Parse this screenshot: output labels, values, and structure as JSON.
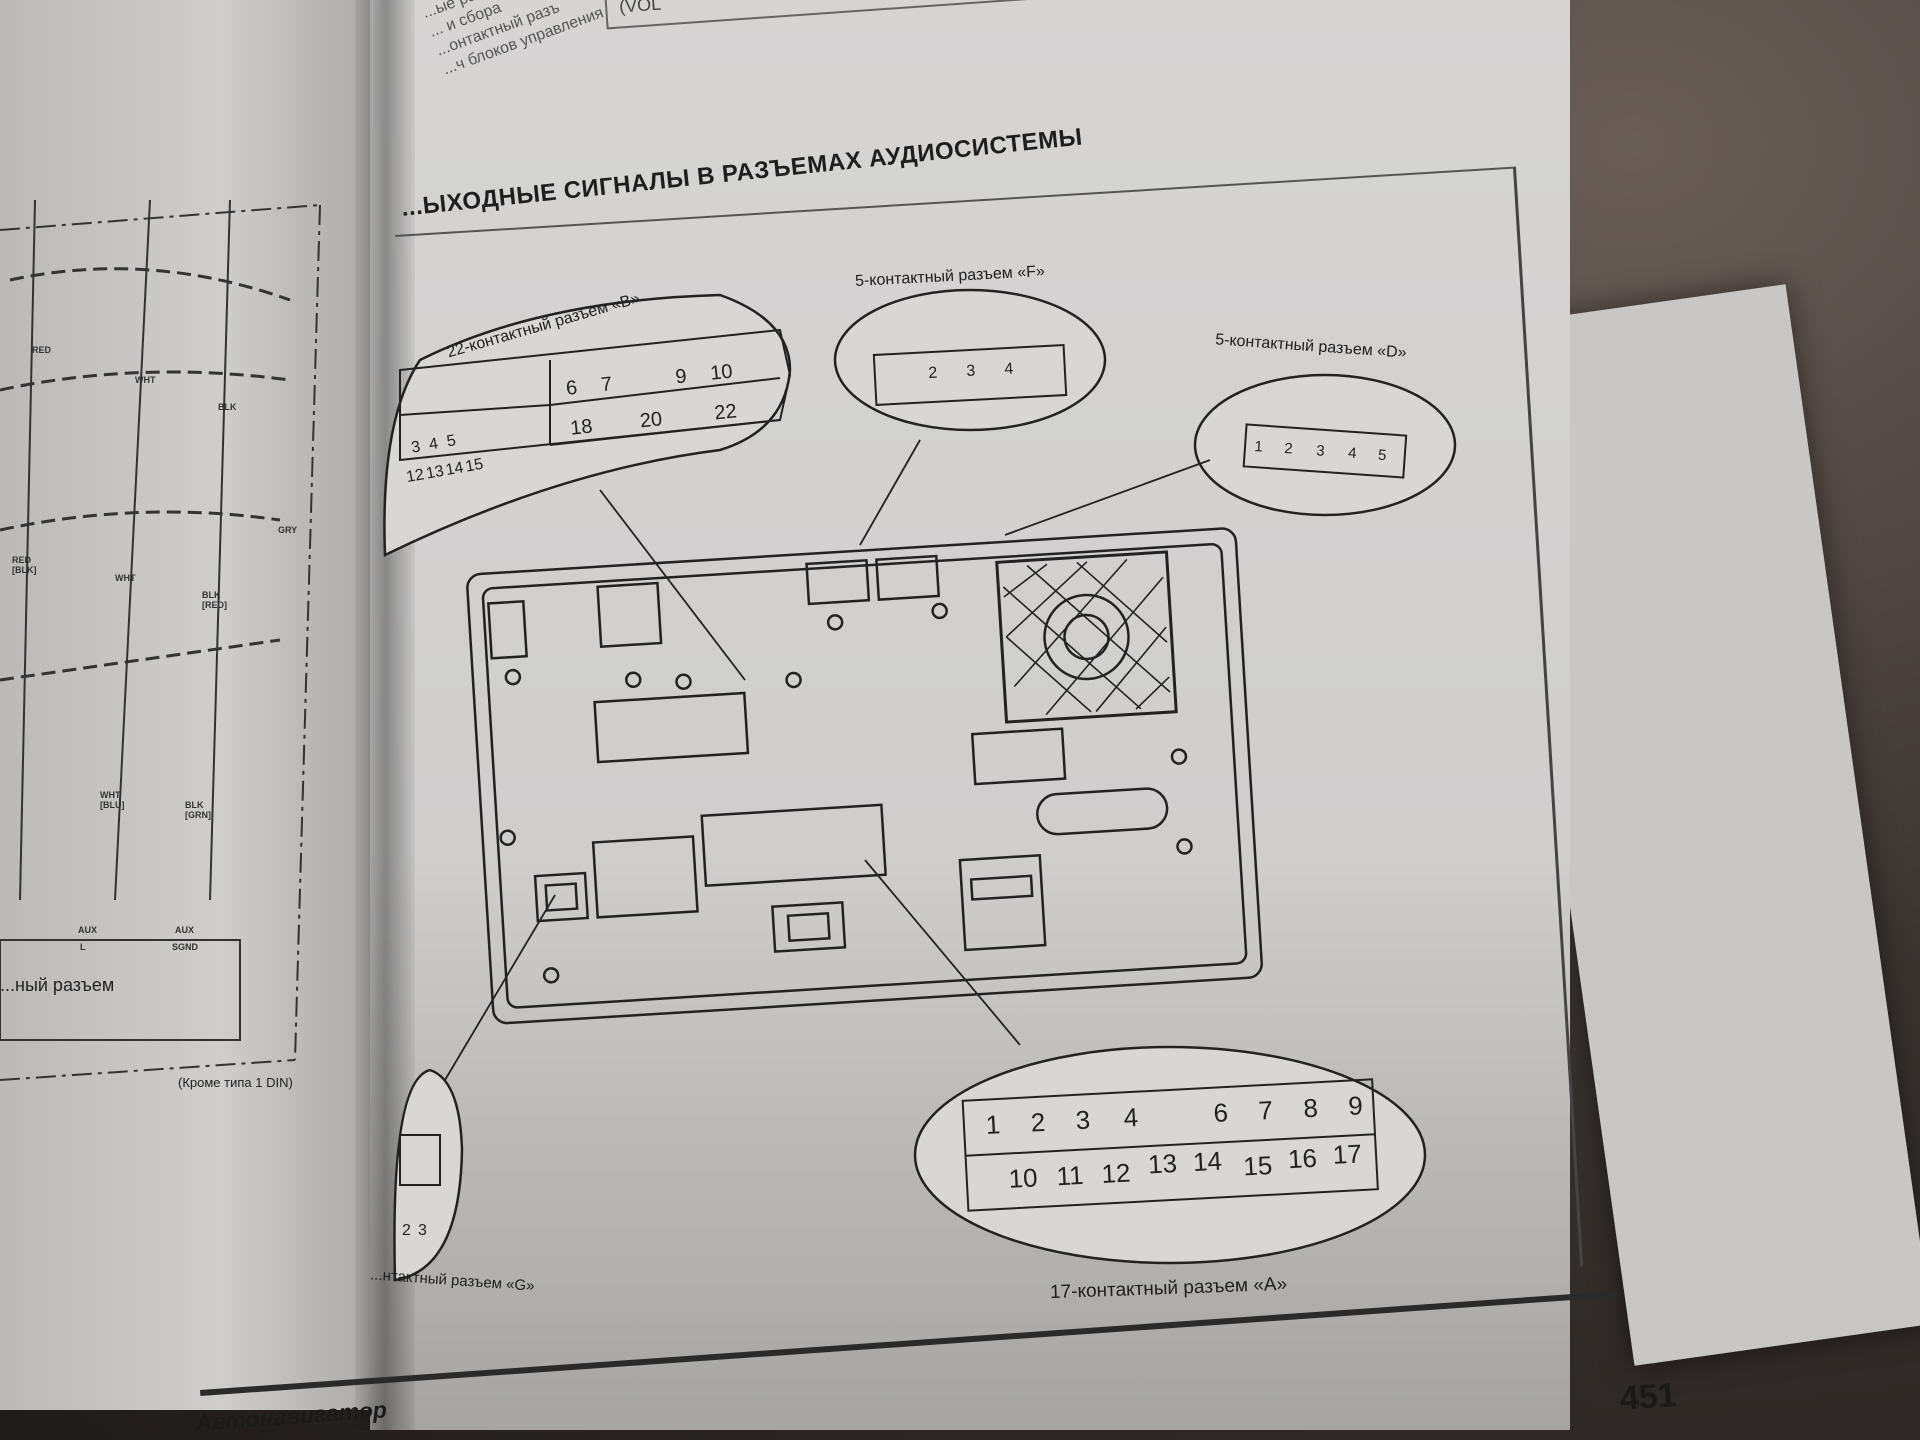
{
  "top": {
    "header_fragment": "(VOL",
    "side_lines": [
      "...ые разъе",
      "... и сбора",
      "...онтактный разъ",
      "...ч блоков управления"
    ]
  },
  "section": {
    "title": "...ЫХОДНЫЕ СИГНАЛЫ В РАЗЪЕМАХ АУДИОСИСТЕМЫ"
  },
  "connectors": {
    "B": {
      "label": "22-контактный разъем «B»",
      "top_pins": [
        "6",
        "7",
        "9",
        "10"
      ],
      "mid_pins": [
        "18",
        "20",
        "22"
      ],
      "left_pins": [
        "3",
        "4",
        "5"
      ],
      "bottom_pins": [
        "12",
        "13",
        "14",
        "15"
      ]
    },
    "F": {
      "label": "5-контактный разъем «F»",
      "pins": [
        "2",
        "3",
        "4"
      ]
    },
    "D": {
      "label": "5-контактный разъем «D»",
      "pins": [
        "1",
        "2",
        "3",
        "4",
        "5"
      ]
    },
    "A": {
      "label": "17-контактный разъем «A»",
      "top_pins": [
        "1",
        "2",
        "3",
        "4",
        "6",
        "7",
        "8",
        "9"
      ],
      "bottom_pins": [
        "10",
        "11",
        "12",
        "13",
        "14",
        "15",
        "16",
        "17"
      ]
    },
    "G": {
      "label": "...нтактный разъем «G»",
      "pins": [
        "2",
        "3"
      ]
    }
  },
  "left_page": {
    "wire_labels": [
      "RED",
      "WHT",
      "BLK",
      "GRY"
    ],
    "lower_labels": [
      "RED [BLK]",
      "WHT",
      "BLK [RED]",
      "WHT [BLU]",
      "BLK [GRN]"
    ],
    "aux_labels": [
      "AUX",
      "L",
      "AUX",
      "SGND"
    ],
    "caption": "...ный разъем",
    "note": "(Кроме типа 1 DIN)"
  },
  "footer": {
    "brand": "Автонавигатор",
    "page_number": "451"
  }
}
